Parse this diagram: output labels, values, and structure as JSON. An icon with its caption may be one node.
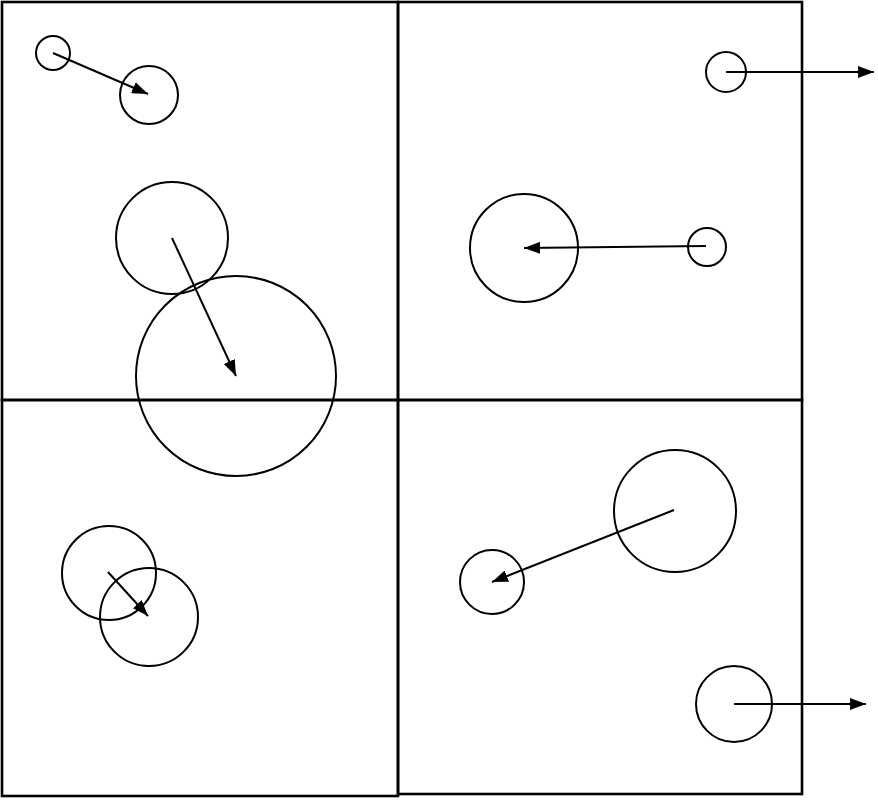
{
  "diagram": {
    "nodes": [
      {
        "text": [],
        "shape": "circle"
      },
      {
        "text": [],
        "shape": "circle"
      },
      {
        "text": [],
        "shape": "circle"
      },
      {
        "text": [],
        "shape": "circle"
      },
      {
        "text": [],
        "shape": "circle"
      },
      {
        "text": [],
        "shape": "circle"
      },
      {
        "text": [],
        "shape": "circle"
      },
      {
        "text": [],
        "shape": "circle"
      },
      {
        "text": [],
        "shape": "circle"
      },
      {
        "text": [],
        "shape": "circle"
      },
      {
        "text": [],
        "shape": "circle"
      },
      {
        "text": [],
        "shape": "circle"
      }
    ],
    "edges": [
      {
        "from": 0,
        "to": 2,
        "arrow": "to"
      },
      {
        "from": 1,
        "to": null,
        "arrow": "to"
      },
      {
        "from": 3,
        "to": 6,
        "arrow": "to"
      },
      {
        "from": 5,
        "to": 4,
        "arrow": "to"
      },
      {
        "from": 7,
        "to": 9,
        "arrow": "to"
      },
      {
        "from": 8,
        "to": 10,
        "arrow": "to"
      },
      {
        "from": 11,
        "to": null,
        "arrow": "to"
      }
    ]
  }
}
